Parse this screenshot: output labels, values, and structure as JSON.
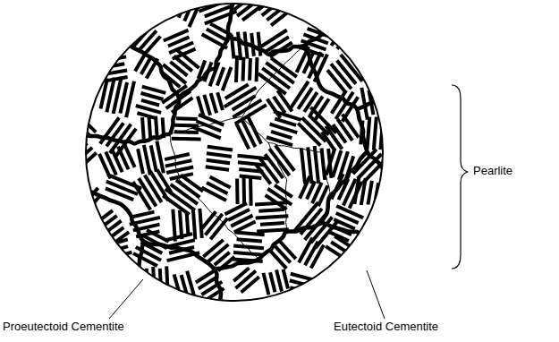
{
  "diagram": {
    "labels": [
      "Pearlite",
      "Proeutectoid Cementite",
      "Eutectoid Cementite"
    ]
  }
}
